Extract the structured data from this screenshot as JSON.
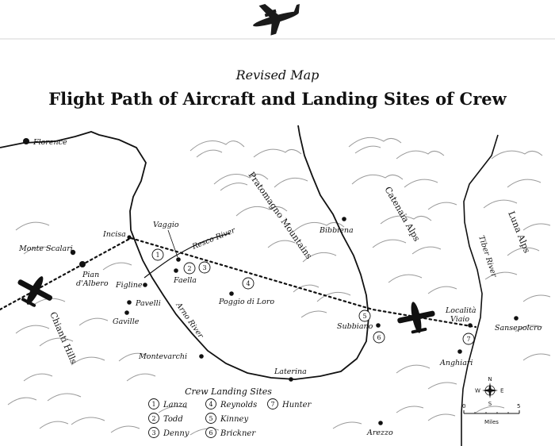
{
  "header": {
    "subtitle": "Revised Map",
    "title": "Flight Path of Aircraft and Landing Sites of Crew"
  },
  "regions": {
    "chianti": "Chianti Hills",
    "pratomagno": "Pratomagno Mountains",
    "catenaia": "Catenaia Alps",
    "luna": "Luna Alps"
  },
  "rivers": {
    "arno": "Arno River",
    "resco": "Resco River",
    "tiber": "Tiber River"
  },
  "towns": {
    "florence": "Florence",
    "incisa": "Incisa",
    "vaggio": "Vaggio",
    "monte_scalari": "Monte Scalari",
    "pian_dalbero_1": "Pian",
    "pian_dalbero_2": "d'Albero",
    "faella": "Faella",
    "figline": "Figline",
    "pavelli": "Pavelli",
    "gaville": "Gaville",
    "poggio": "Poggio di Loro",
    "bibbiena": "Bibbiena",
    "subbiano": "Subbiano",
    "localita_1": "Località",
    "localita_2": "Viaio",
    "anghiari": "Anghiari",
    "sansepolcro": "Sansepolcro",
    "montevarchi": "Montevarchi",
    "laterina": "Laterina",
    "arezzo": "Arezzo"
  },
  "legend": {
    "title": "Crew Landing Sites",
    "items": [
      {
        "num": "1",
        "name": "Lanza"
      },
      {
        "num": "2",
        "name": "Todd"
      },
      {
        "num": "3",
        "name": "Denny"
      },
      {
        "num": "4",
        "name": "Reynolds"
      },
      {
        "num": "5",
        "name": "Kinney"
      },
      {
        "num": "6",
        "name": "Brickner"
      },
      {
        "num": "7",
        "name": "Hunter"
      }
    ]
  },
  "scale": {
    "min": "0",
    "max": "5",
    "unit": "Miles"
  },
  "compass": {
    "n": "N",
    "s": "S",
    "e": "E",
    "w": "W"
  },
  "icons": [
    "bomber-plane-icon",
    "compass-rose-icon"
  ]
}
